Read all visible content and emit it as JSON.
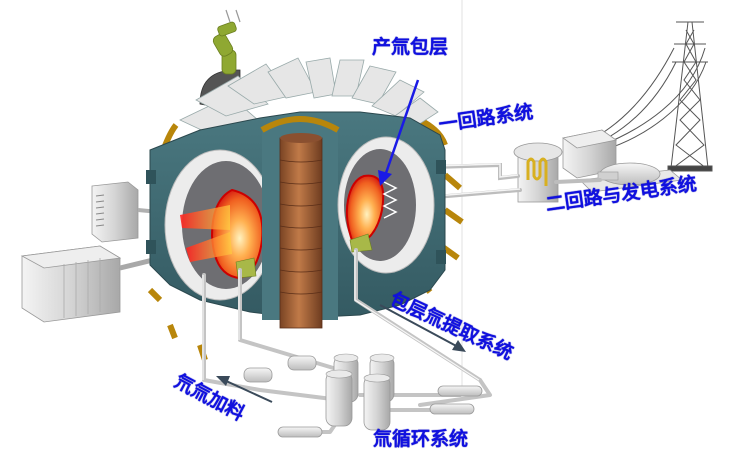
{
  "diagram": {
    "type": "fusion-reactor-system-schematic",
    "labels": {
      "breeding_blanket": "产氚包层",
      "primary_loop": "一回路系统",
      "secondary_loop_power": "二回路与发电系统",
      "blanket_tritium_extraction": "包层氚提取系统",
      "tritium_fueling": "氘氚加料",
      "tritium_cycle": "氚循环系统"
    },
    "components": [
      "tokamak-vessel",
      "central-solenoid",
      "toroidal-field-coils",
      "plasma-left",
      "plasma-right",
      "breeding-blanket",
      "remote-handling-arm",
      "heating-system-small",
      "heating-system-large",
      "heat-exchanger",
      "turbine-generator",
      "transformer",
      "transmission-tower",
      "tritium-storage-tanks",
      "pipe-network"
    ],
    "colors": {
      "label_blue": "#1010e0",
      "arrow_blue": "#1a1ae6",
      "vessel_teal": "#3f6b73",
      "coil_orange": "#b8860b",
      "solenoid_brown": "#a0623a",
      "plasma_red": "#e02010",
      "plasma_core": "#ffc060",
      "arm_green": "#8fa832",
      "equipment_gray": "#d8d8d8",
      "pipe_gray": "#c8c8c8",
      "arrow_dark": "#3a4a5a"
    }
  }
}
